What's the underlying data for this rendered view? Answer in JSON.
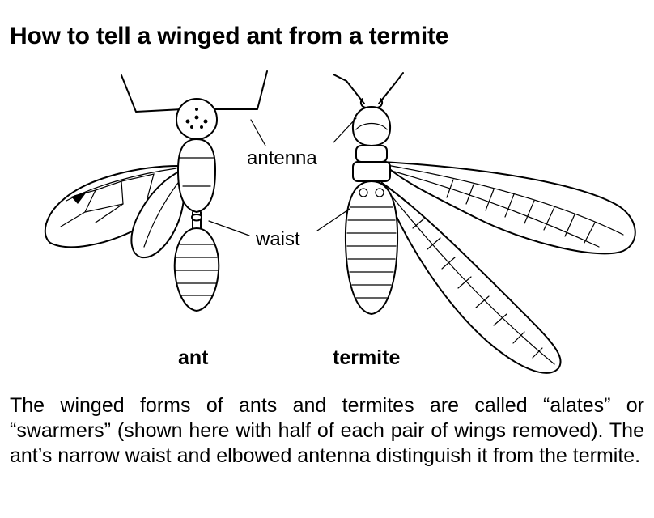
{
  "title": "How to tell a winged ant from a termite",
  "labels": {
    "antenna": "antenna",
    "waist": "waist",
    "ant": "ant",
    "termite": "termite"
  },
  "caption": "The winged forms of ants and termites are called “alates” or “swarmers” (shown here with half of each pair of wings removed). The ant’s narrow waist and elbowed antenna distinguish it from the termite."
}
